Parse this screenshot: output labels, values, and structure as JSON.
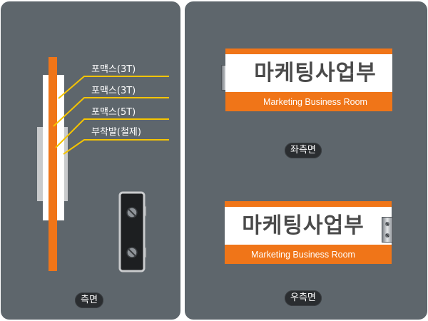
{
  "side_view": {
    "callouts": [
      {
        "label": "포맥스(3T)"
      },
      {
        "label": "포맥스(3T)"
      },
      {
        "label": "포맥스(5T)"
      },
      {
        "label": "부착발(철제)"
      }
    ],
    "caption": "측면"
  },
  "left_sign": {
    "title_kor": "마케팅사업부",
    "title_eng": "Marketing Business Room",
    "caption": "좌측면"
  },
  "right_sign": {
    "title_kor": "마케팅사업부",
    "title_eng": "Marketing Business Room",
    "caption": "우측면"
  },
  "colors": {
    "panel": "#5e666c",
    "accent_orange": "#f07518",
    "leader_line": "#f5c400",
    "face_white": "#ffffff"
  }
}
